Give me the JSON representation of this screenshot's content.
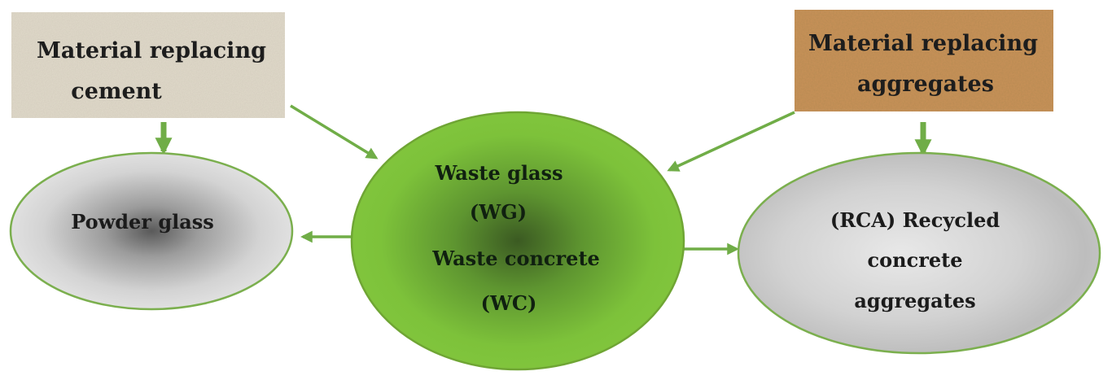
{
  "diagram": {
    "box_cement": {
      "line1": "Material replacing",
      "line2": "cement"
    },
    "box_aggregates": {
      "line1": "Material replacing",
      "line2": "aggregates"
    },
    "center": {
      "line1": "Waste glass",
      "line2": "(WG)",
      "line3": "Waste concrete",
      "line4": "(WC)"
    },
    "left_node": {
      "line1": "Powder glass"
    },
    "right_node": {
      "line1": "(RCA) Recycled",
      "line2": "concrete",
      "line3": "aggregates"
    }
  },
  "colors": {
    "arrow": "#70AD47",
    "center_fill": "#7DC23A",
    "center_stroke": "#6FA534",
    "node_fill": "#D9D9D9",
    "node_stroke": "#7BAF4E",
    "cement_box": "#E2DCCC",
    "aggregate_box": "#C9925A"
  }
}
